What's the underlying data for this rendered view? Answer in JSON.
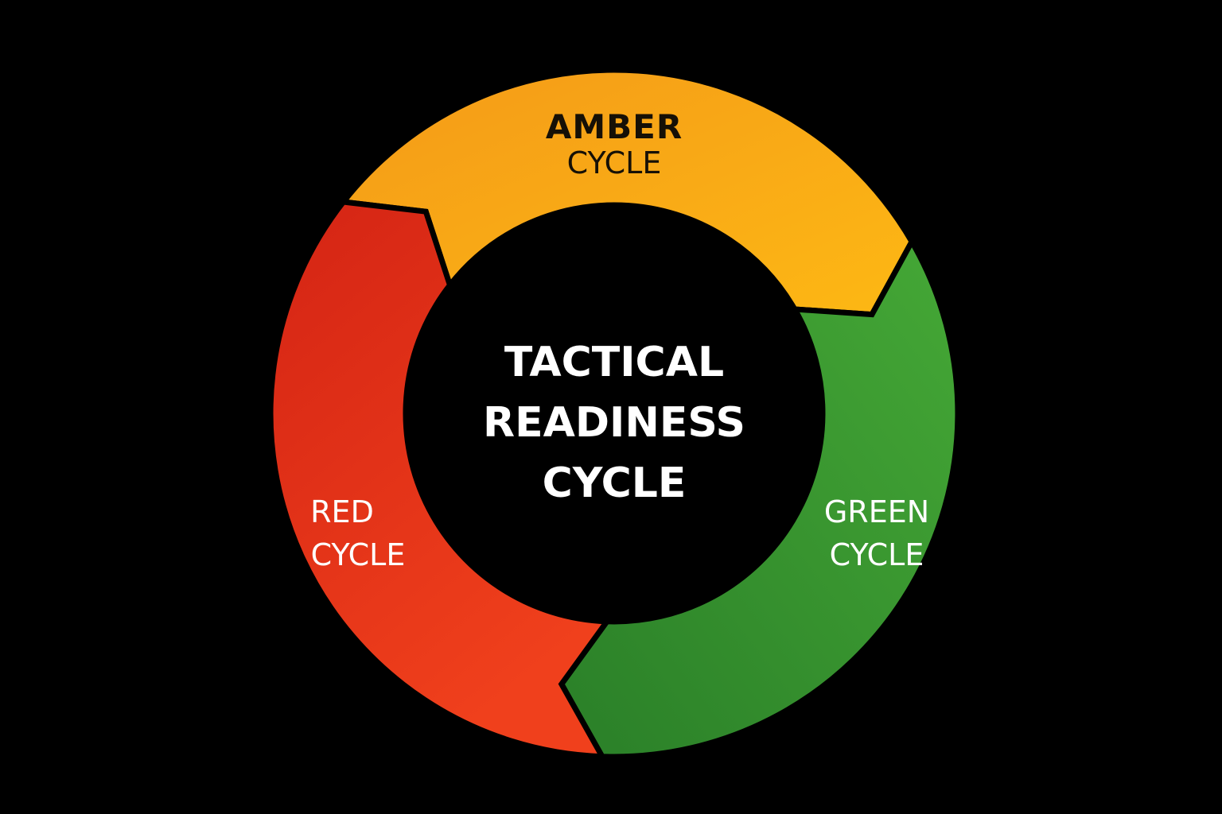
{
  "title": "TACTICAL READINESS CYCLE",
  "title_lines": [
    "TACTICAL",
    "READINESS",
    "CYCLE"
  ],
  "segments": [
    {
      "name": "AMBER",
      "sub": "CYCLE",
      "color": "#f9a81a"
    },
    {
      "name": "GREEN",
      "sub": "CYCLE",
      "color": "#3a9a2e"
    },
    {
      "name": "RED",
      "sub": "CYCLE",
      "color": "#e0301a"
    }
  ]
}
